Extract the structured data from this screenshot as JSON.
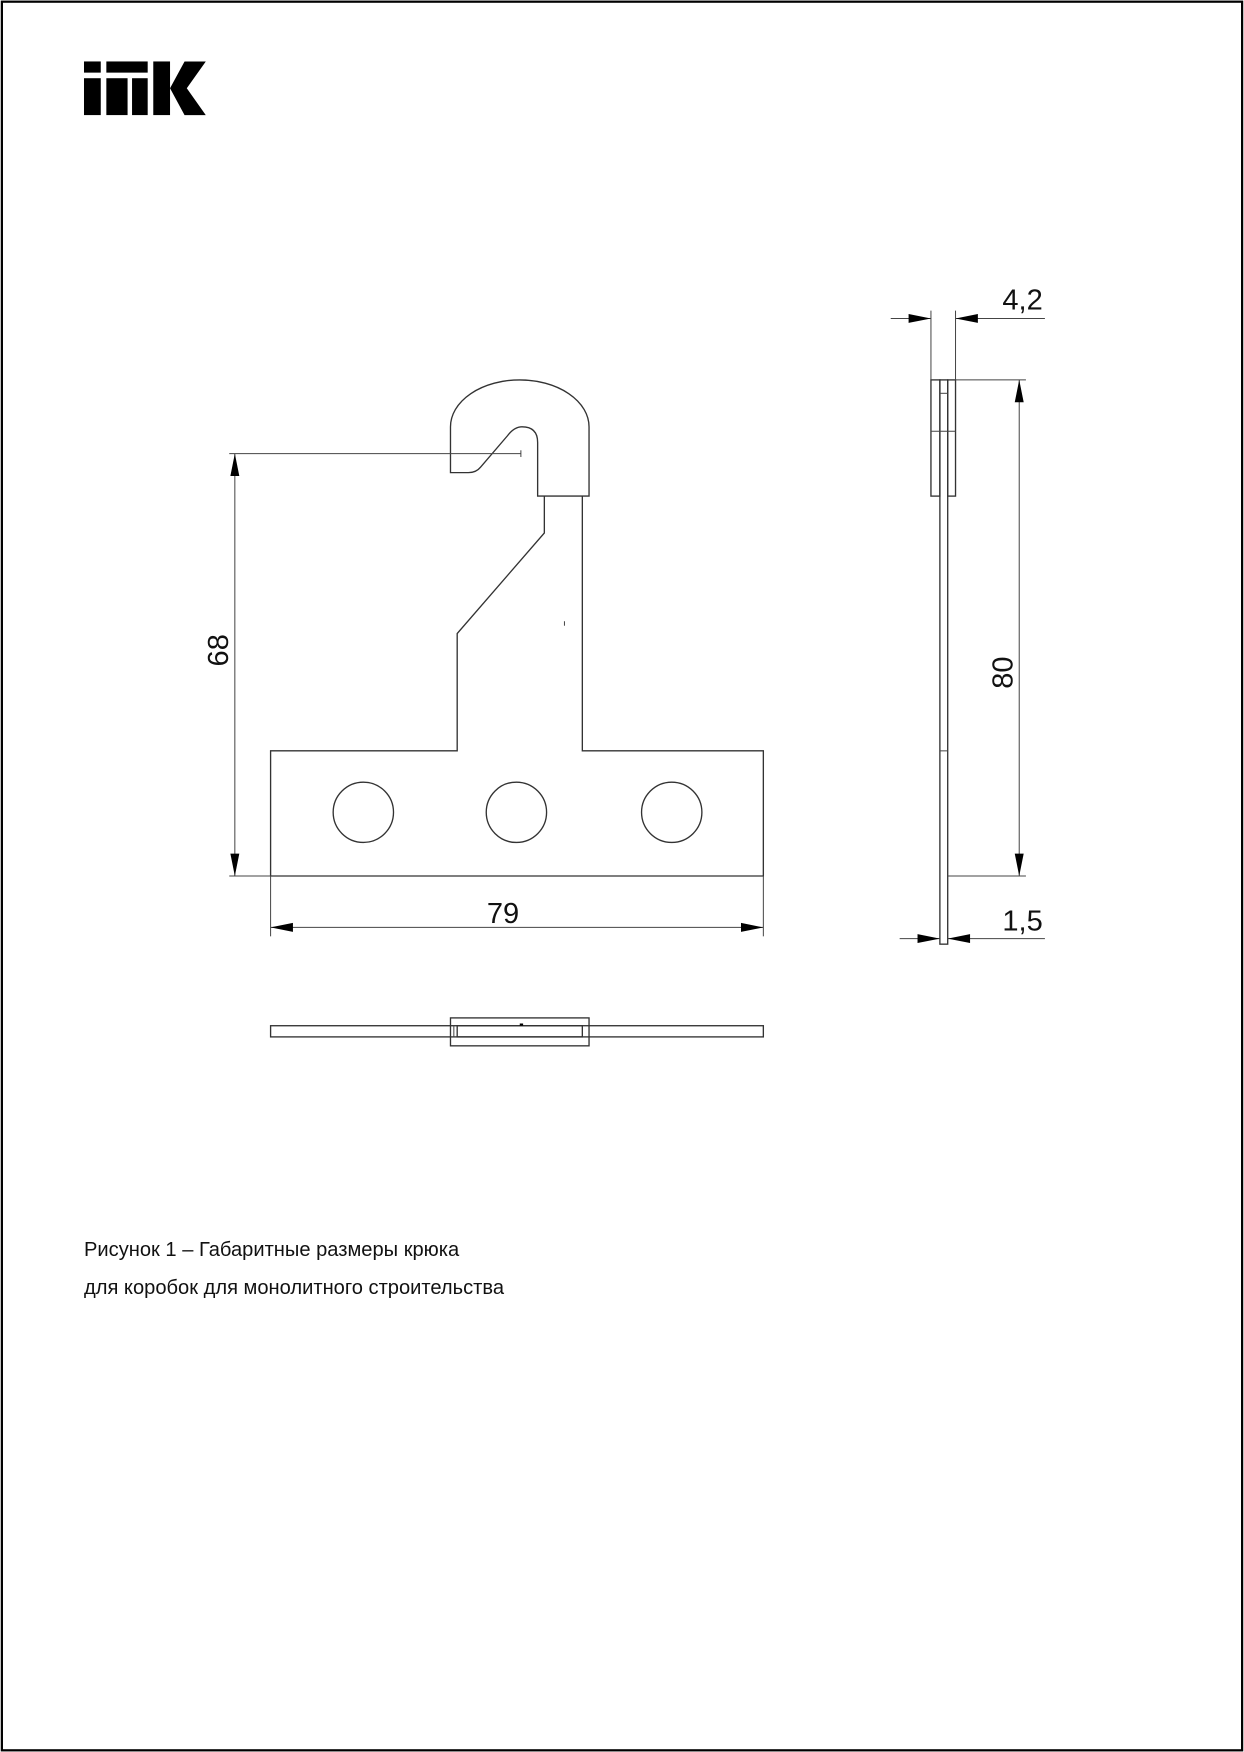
{
  "logo": {
    "text": "IEK"
  },
  "drawing": {
    "dimensions": {
      "height_front": "68",
      "width_front": "79",
      "hook_thickness": "4,2",
      "height_side": "80",
      "plate_thickness": "1,5"
    }
  },
  "caption": {
    "line1": "Рисунок 1 – Габаритные размеры крюка",
    "line2": "для коробок для монолитного строительства"
  }
}
